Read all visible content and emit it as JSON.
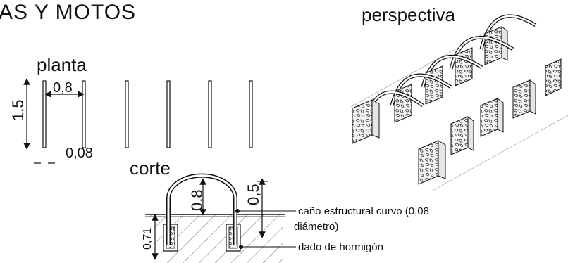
{
  "header": {
    "title_fragment": "AS Y MOTOS"
  },
  "views": {
    "perspective_title": "perspectiva",
    "plan_title": "planta",
    "section_title": "corte"
  },
  "plan_dims": {
    "height": "1,5",
    "spacing": "0,8",
    "thickness": "0,08"
  },
  "section_dims": {
    "arc_radius": "0,8",
    "arc_height": "0,5",
    "depth": "0,71"
  },
  "notes": {
    "pipe_line1": "caño estructural curvo (0,08",
    "pipe_line2": "diámetro)",
    "block": "dado de hormigón"
  }
}
